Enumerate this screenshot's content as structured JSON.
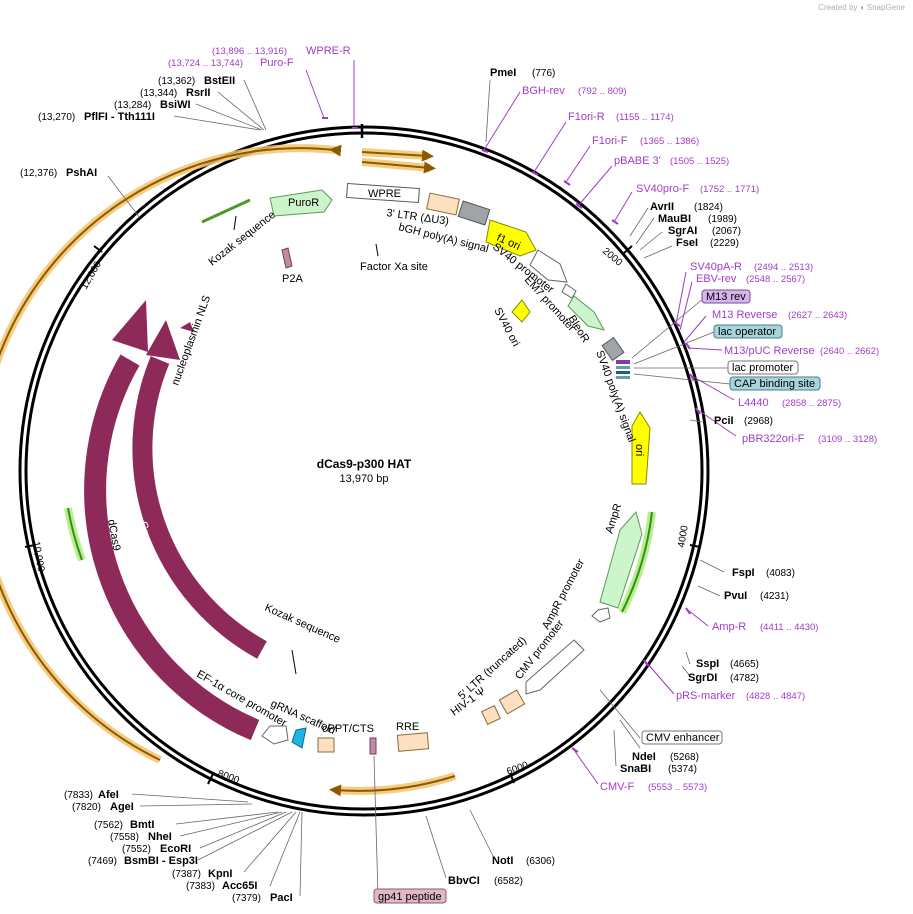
{
  "credit": {
    "text": "Created by",
    "brand": "SnapGene"
  },
  "plasmid": {
    "name": "dCas9-p300 HAT",
    "length": "13,970 bp"
  },
  "ticks": [
    "2000",
    "4000",
    "6000",
    "8000",
    "10,000",
    "12,000"
  ],
  "sites": [
    {
      "name": "PmeI",
      "pos": "(776)"
    },
    {
      "name": "AvrII",
      "pos": "(1824)"
    },
    {
      "name": "MauBI",
      "pos": "(1989)"
    },
    {
      "name": "SgrAI",
      "pos": "(2067)"
    },
    {
      "name": "FseI",
      "pos": "(2229)"
    },
    {
      "name": "PciI",
      "pos": "(2968)"
    },
    {
      "name": "FspI",
      "pos": "(4083)"
    },
    {
      "name": "PvuI",
      "pos": "(4231)"
    },
    {
      "name": "SspI",
      "pos": "(4665)"
    },
    {
      "name": "SgrDI",
      "pos": "(4782)"
    },
    {
      "name": "NdeI",
      "pos": "(5268)"
    },
    {
      "name": "SnaBI",
      "pos": "(5374)"
    },
    {
      "name": "NotI",
      "pos": "(6306)"
    },
    {
      "name": "BbvCI",
      "pos": "(6582)"
    },
    {
      "name": "PacI",
      "pos": "(7379)"
    },
    {
      "name": "Acc65I",
      "pos": "(7383)"
    },
    {
      "name": "KpnI",
      "pos": "(7387)"
    },
    {
      "name": "BsmBI - Esp3I",
      "pos": "(7469)"
    },
    {
      "name": "EcoRI",
      "pos": "(7552)"
    },
    {
      "name": "NheI",
      "pos": "(7558)"
    },
    {
      "name": "BmtI",
      "pos": "(7562)"
    },
    {
      "name": "AgeI",
      "pos": "(7820)"
    },
    {
      "name": "AfeI",
      "pos": "(7833)"
    },
    {
      "name": "PshAI",
      "pos": "(12,376)"
    },
    {
      "name": "PflFI - Tth111I",
      "pos": "(13,270)"
    },
    {
      "name": "BsiWI",
      "pos": "(13,284)"
    },
    {
      "name": "RsrII",
      "pos": "(13,344)"
    },
    {
      "name": "BstEII",
      "pos": "(13,362)"
    }
  ],
  "primers": [
    {
      "name": "WPRE-R",
      "pos": "(13,896 .. 13,916)"
    },
    {
      "name": "Puro-F",
      "pos": "(13,724 .. 13,744)"
    },
    {
      "name": "BGH-rev",
      "pos": "(792 .. 809)"
    },
    {
      "name": "F1ori-R",
      "pos": "(1155 .. 1174)"
    },
    {
      "name": "F1ori-F",
      "pos": "(1365 .. 1386)"
    },
    {
      "name": "pBABE 3'",
      "pos": "(1505 .. 1525)"
    },
    {
      "name": "SV40pro-F",
      "pos": "(1752 .. 1771)"
    },
    {
      "name": "SV40pA-R",
      "pos": "(2494 .. 2513)"
    },
    {
      "name": "EBV-rev",
      "pos": "(2548 .. 2567)"
    },
    {
      "name": "M13 Reverse",
      "pos": "(2627 .. 2643)"
    },
    {
      "name": "M13/pUC Reverse",
      "pos": "(2640 .. 2662)"
    },
    {
      "name": "L4440",
      "pos": "(2858 .. 2875)"
    },
    {
      "name": "pBR322ori-F",
      "pos": "(3109 .. 3128)"
    },
    {
      "name": "Amp-R",
      "pos": "(4411 .. 4430)"
    },
    {
      "name": "pRS-marker",
      "pos": "(4828 .. 4847)"
    },
    {
      "name": "CMV-F",
      "pos": "(5553 .. 5573)"
    }
  ],
  "boxes": [
    "M13 rev",
    "lac operator",
    "lac promoter",
    "CAP binding site",
    "CMV enhancer",
    "gp41 peptide"
  ],
  "features": [
    "PuroR",
    "WPRE",
    "f1 ori",
    "BleoR",
    "ori",
    "AmpR",
    "Cas9",
    "dCas9",
    "Kozak sequence",
    "P2A",
    "Factor Xa site",
    "3' LTR (ΔU3)",
    "bGH poly(A) signal",
    "SV40 promoter",
    "EM7 promoter",
    "SV40 ori",
    "SV40 poly(A) signal",
    "AmpR promoter",
    "CMV promoter",
    "5' LTR (truncated)",
    "HIV-1 Ψ",
    "RRE",
    "cPPT/CTS",
    "gRNA scaffold",
    "EF-1α core promoter",
    "Kozak sequence",
    "nucleoplasmin NLS"
  ],
  "colors": {
    "puro": "#ccf5cc",
    "ori": "#ffff00",
    "cas9": "#8e2a5a",
    "orange_arc": "#f5c36a",
    "primer": "#a23cc8",
    "orange_box": "#fde0bf",
    "gray_box": "#a0a4a8"
  }
}
